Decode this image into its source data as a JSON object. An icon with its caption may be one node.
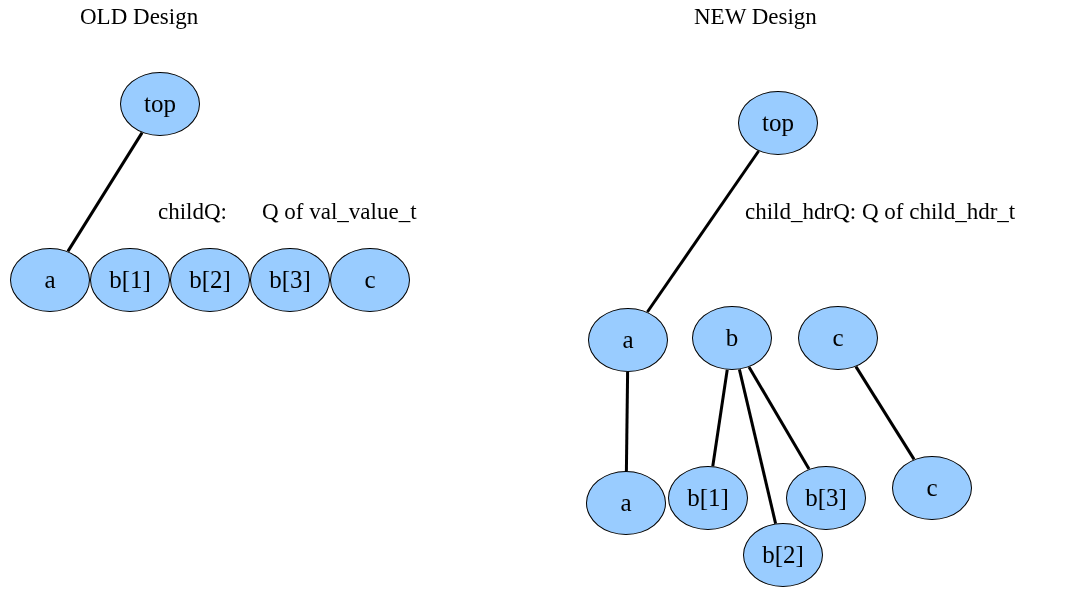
{
  "diagram": {
    "nodes": [
      {
        "text": [
          "top"
        ]
      },
      {
        "text": [
          "a"
        ]
      },
      {
        "text": [
          "b[1]"
        ]
      },
      {
        "text": [
          "b[2]"
        ]
      },
      {
        "text": [
          "b[3]"
        ]
      },
      {
        "text": [
          "c"
        ]
      },
      {
        "text": [
          "top"
        ]
      },
      {
        "text": [
          "a"
        ]
      },
      {
        "text": [
          "b"
        ]
      },
      {
        "text": [
          "c"
        ]
      },
      {
        "text": [
          "a"
        ]
      },
      {
        "text": [
          "b[1]"
        ]
      },
      {
        "text": [
          "b[2]"
        ]
      },
      {
        "text": [
          "b[3]"
        ]
      },
      {
        "text": [
          "c"
        ]
      }
    ],
    "edges": [
      {
        "from": 0,
        "to": 1,
        "arrow": "none"
      },
      {
        "from": 6,
        "to": 7,
        "arrow": "none"
      },
      {
        "from": 7,
        "to": 10,
        "arrow": "none"
      },
      {
        "from": 8,
        "to": 11,
        "arrow": "none"
      },
      {
        "from": 8,
        "to": 12,
        "arrow": "none"
      },
      {
        "from": 8,
        "to": 13,
        "arrow": "none"
      },
      {
        "from": 9,
        "to": 14,
        "arrow": "none"
      }
    ],
    "labels": [
      "OLD Design",
      "NEW Design",
      "childQ:",
      "Q of val_value_t",
      "child_hdrQ: Q of child_hdr_t"
    ]
  }
}
